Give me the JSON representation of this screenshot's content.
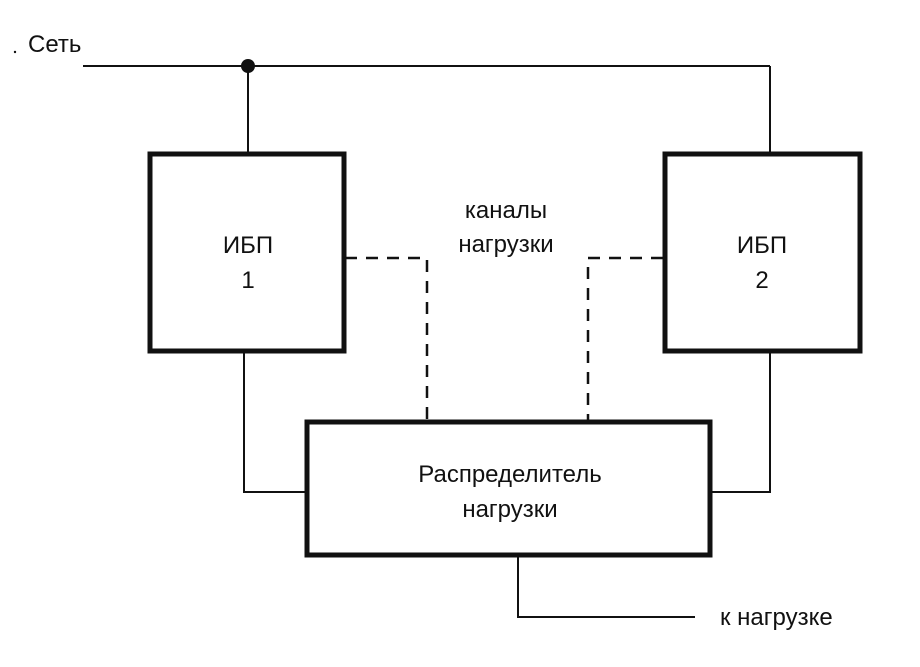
{
  "labels": {
    "network": "Сеть",
    "ups1_line1": "ИБП",
    "ups1_line2": "1",
    "ups2_line1": "ИБП",
    "ups2_line2": "2",
    "channels_line1": "каналы",
    "channels_line2": "нагрузки",
    "distributor_line1": "Распределитель",
    "distributor_line2": "нагрузки",
    "to_load": "к нагрузке"
  },
  "colors": {
    "line": "#111111",
    "background": "#ffffff"
  }
}
